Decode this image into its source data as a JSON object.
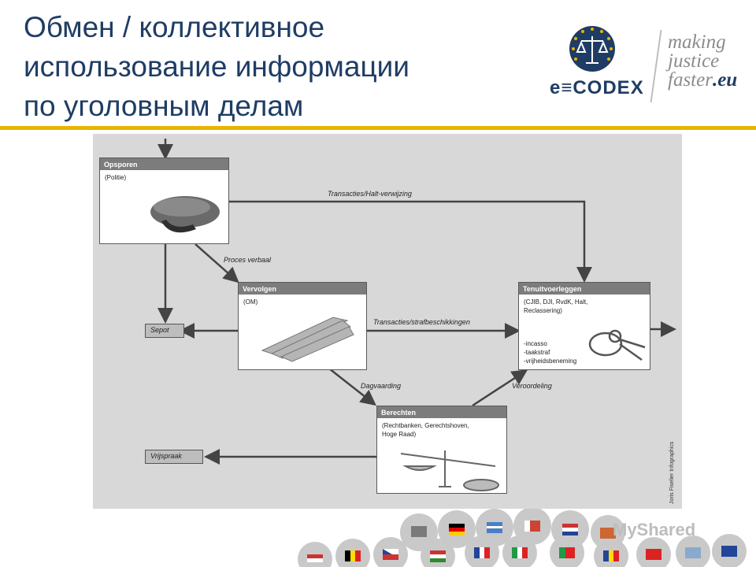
{
  "slide": {
    "title_lines": [
      "Обмен / коллективное",
      "использование информации",
      "по уголовным делам"
    ],
    "accent_color": "#e8b400",
    "title_color": "#1f3d64"
  },
  "logo": {
    "wordmark": "e≡CODEX",
    "tagline_lines": [
      "making",
      "justice",
      "faster"
    ],
    "tagline_suffix": ".eu"
  },
  "diagram": {
    "nodes": {
      "opsporen": {
        "title": "Opsporen",
        "subtitle": "(Politie)"
      },
      "vervolgen": {
        "title": "Vervolgen",
        "subtitle": "(OM)"
      },
      "tenuitvoerleggen": {
        "title": "Tenuitvoerleggen",
        "subtitle_lines": [
          "(CJIB, DJI, RvdK, Halt,",
          "Reclassering)"
        ],
        "items": [
          "-incasso",
          "-taakstraf",
          "-vrijheidsbeneming"
        ]
      },
      "berechten": {
        "title": "Berechten",
        "subtitle_lines": [
          "(Rechtbanken, Gerechtshoven,",
          "Hoge Raad)"
        ]
      },
      "sepot": {
        "title": "Sepot"
      },
      "vrijspraak": {
        "title": "Vrijspraak"
      }
    },
    "edges": {
      "transacties_halt": "Transacties/Halt-verwijzing",
      "proces_verbaal": "Proces verbaal",
      "transacties_straf": "Transacties/strafbeschikkingen",
      "dagvaarding": "Dagvaarding",
      "veroordeling": "Veroordeling"
    },
    "credit": "Joris Fiselier Infographics"
  },
  "footer": {
    "watermark": "MyShared"
  }
}
